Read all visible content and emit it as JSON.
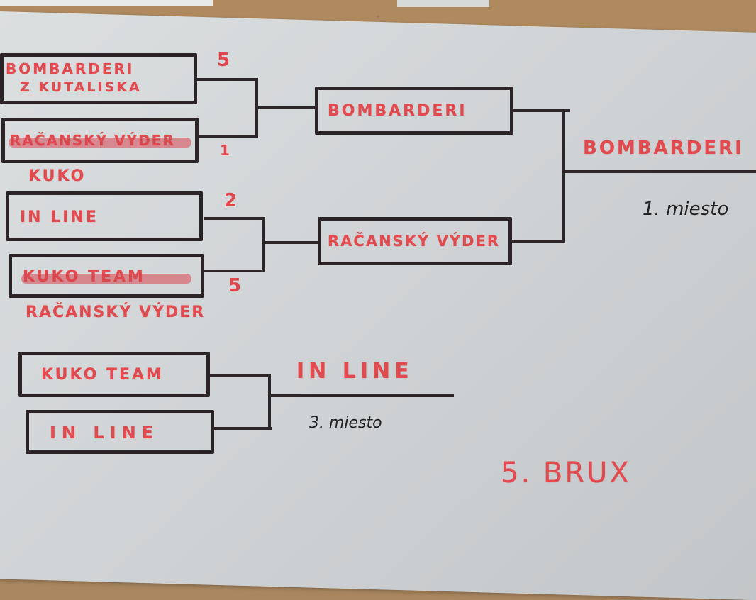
{
  "bracket": {
    "semi1": {
      "team_a": "BOMBARDERI Z KUTALISKA",
      "team_a_line1": "BOMBARDERI",
      "team_a_line2": "Z KUTALISKA",
      "score_a": "5",
      "team_b": "RAČANSKÝ VÝDER",
      "team_b_note": "KUKO",
      "score_b": "1"
    },
    "semi2": {
      "team_a": "IN LINE",
      "score_a": "2",
      "team_b": "KUKO TEAM",
      "team_b_note": "RAČANSKÝ VÝDER",
      "score_b": "5"
    },
    "final": {
      "team_a": "BOMBARDERI",
      "team_b": "RAČANSKÝ VÝDER",
      "winner": "BOMBARDERI",
      "place": "1. miesto"
    },
    "third_place": {
      "team_a": "KUKO TEAM",
      "team_b": "IN LINE",
      "winner": "IN LINE",
      "place": "3. miesto"
    },
    "fifth_place": "5. BRUX"
  },
  "colors": {
    "marker_red": "#e14b4f",
    "marker_black": "#2a2426",
    "paper": "#d4d7d9",
    "cork": "#b08a5f"
  }
}
